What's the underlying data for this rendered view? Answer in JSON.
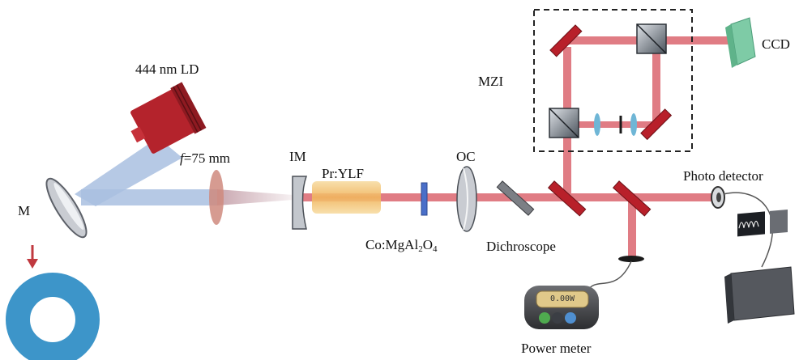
{
  "labels": {
    "laser_diode": "444 nm LD",
    "lens_focal": "f=75 mm",
    "lens_focal_prefix": "f",
    "lens_focal_suffix": "=75 mm",
    "input_mirror": "IM",
    "gain_crystal": "Pr:YLF",
    "output_coupler": "OC",
    "mirror": "M",
    "interferometer": "MZI",
    "camera": "CCD",
    "photo_detector": "Photo detector",
    "saturable_absorber": "Co:MgAl2O4",
    "saturable_absorber_parts": [
      "Co:MgAl",
      "2",
      "O",
      "4"
    ],
    "dichroscope": "Dichroscope",
    "power_meter": "Power meter",
    "power_meter_reading": "0.00W"
  },
  "colors": {
    "pump_beam": "#a9bfe0",
    "laser_beam": "#e07c84",
    "laser_diode_body": "#b4232c",
    "beam_splitter_cube": "#7f8a96",
    "dichroic_mirror": "#b8202a",
    "ccd": "#7ecba6",
    "gain_crystal": "#f2c27a",
    "saturable_absorber": "#4a6fc9",
    "beam_profile_ring": "#3d95c9",
    "arrow": "#c0393f"
  },
  "icons": {
    "beam_profile": "donut-ring-icon",
    "mirror_arrow": "arrow-down-icon"
  }
}
